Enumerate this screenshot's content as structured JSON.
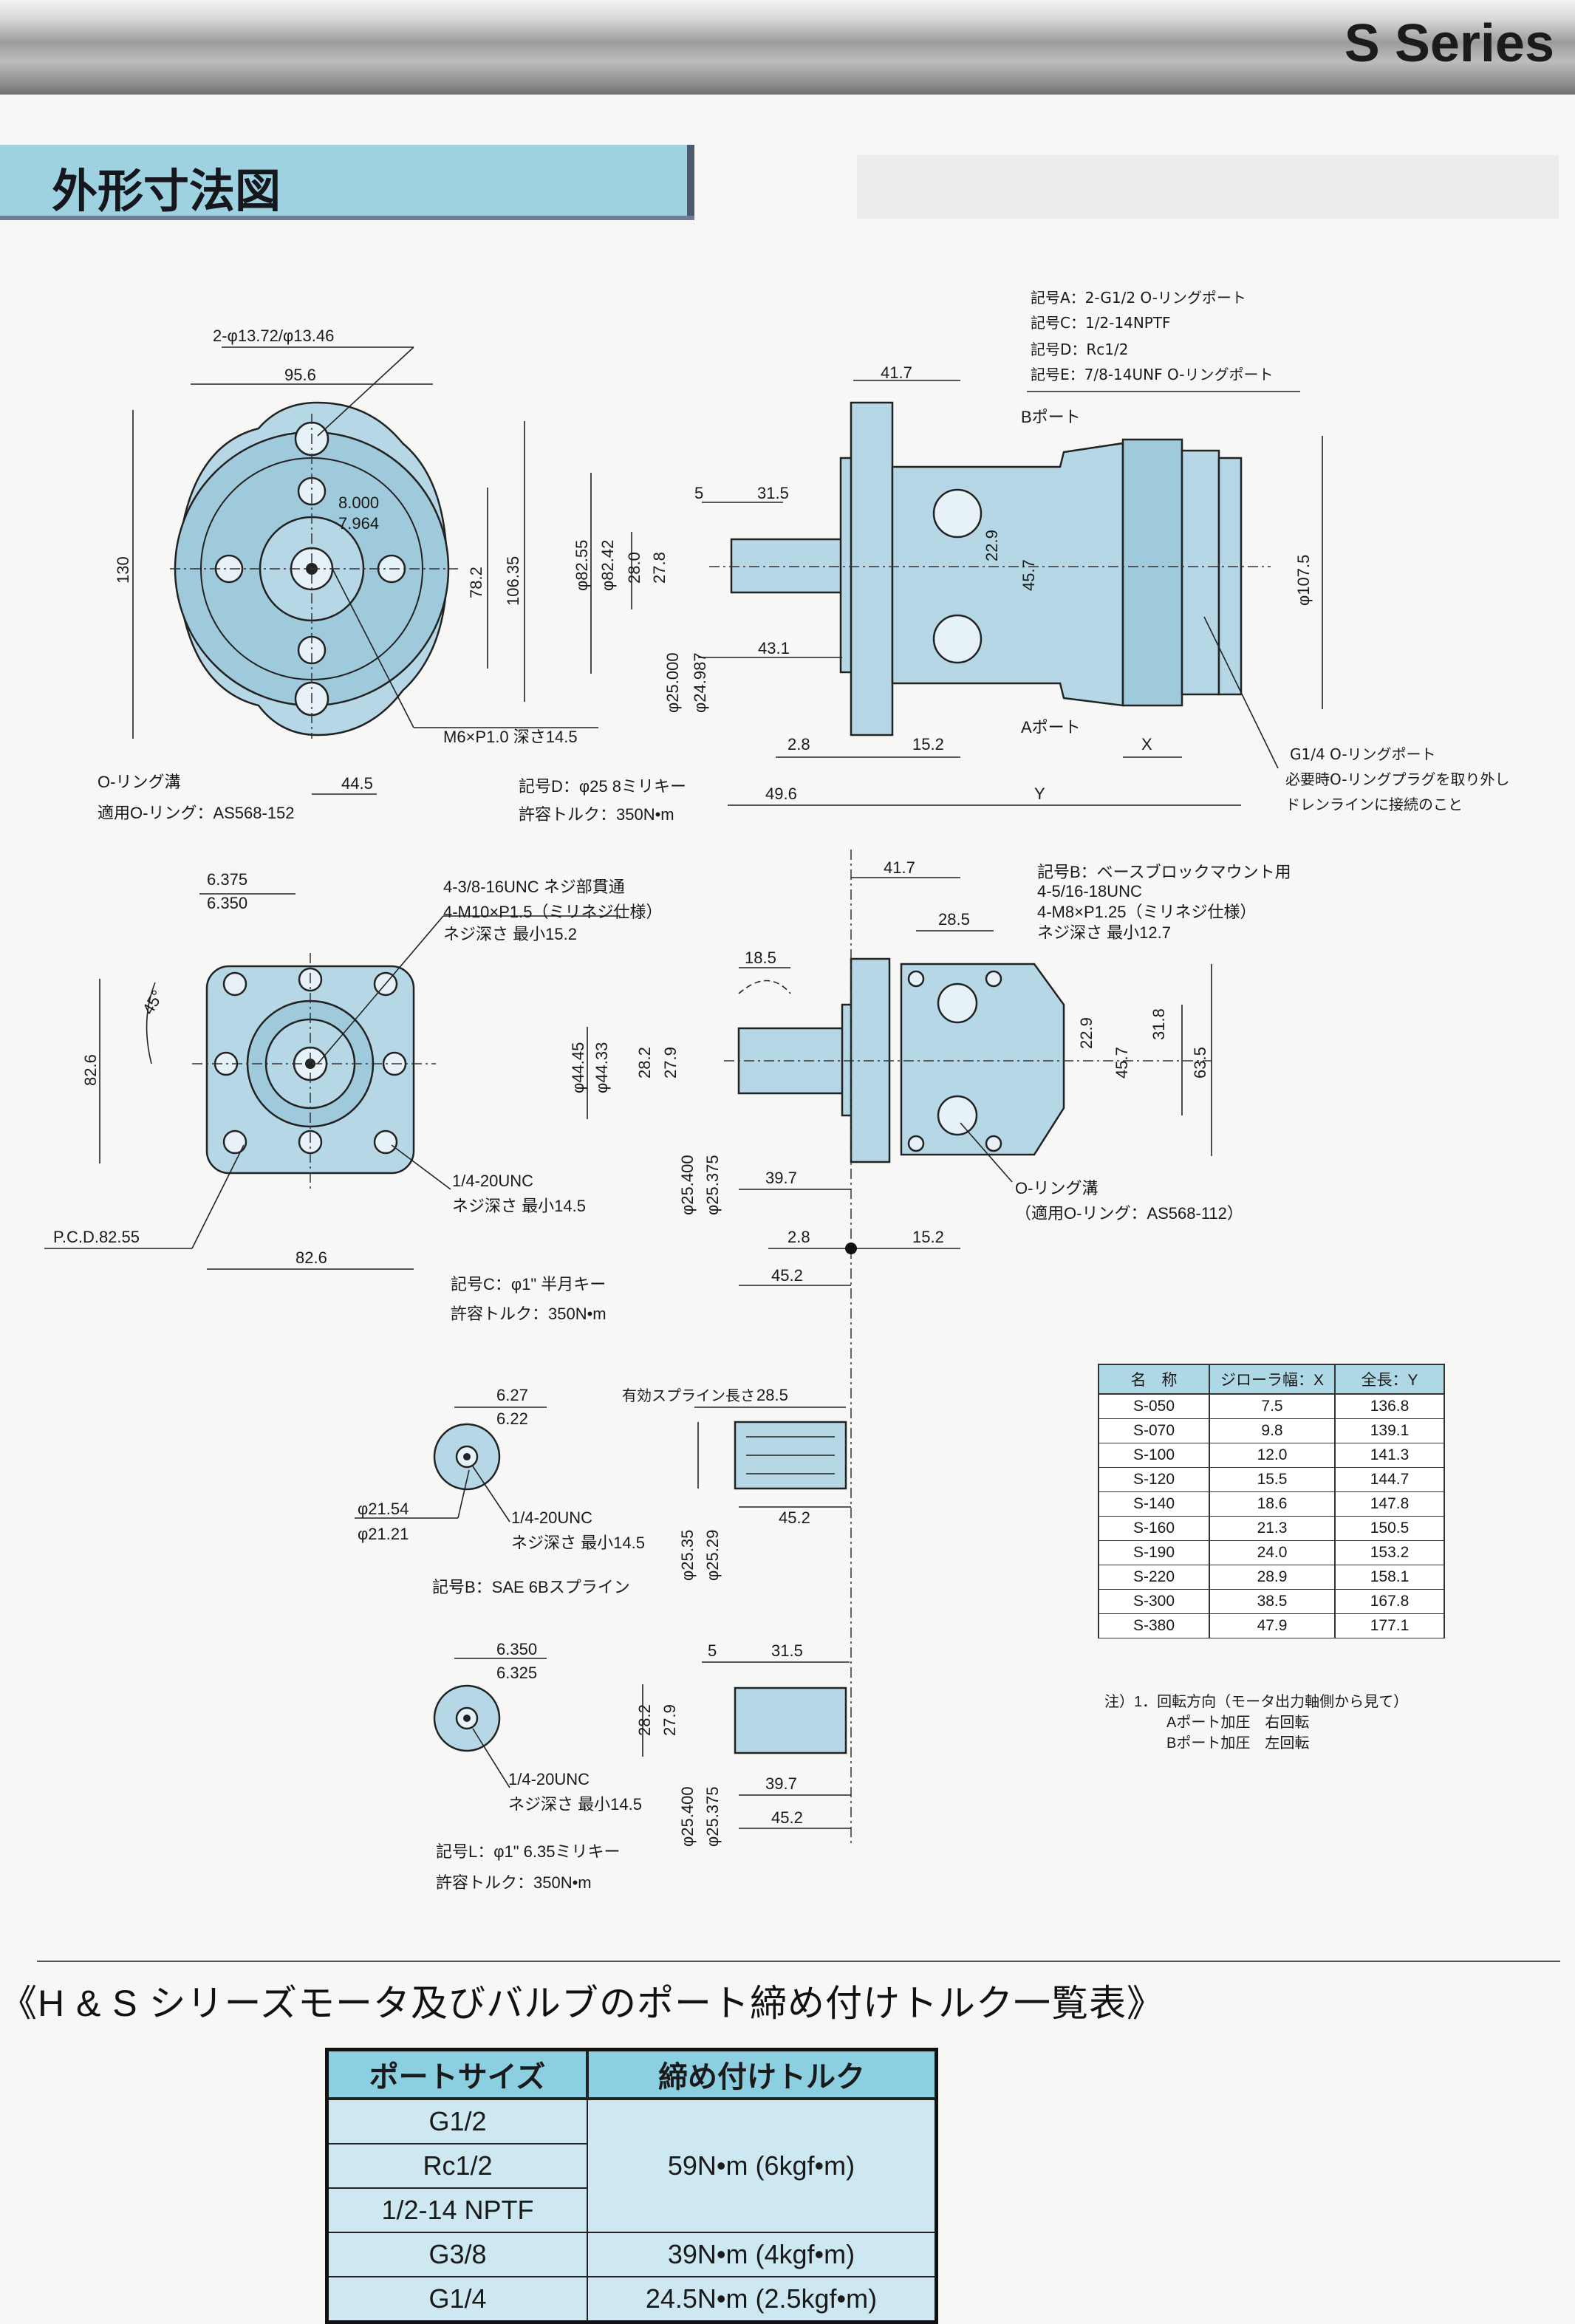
{
  "header": {
    "series": "S Series"
  },
  "section_title": "外形寸法図",
  "drawing": {
    "front_view": {
      "holes": "2-φ13.72/φ13.46",
      "width": "95.6",
      "height": "130",
      "shaft_d1": "8.000",
      "shaft_d2": "7.964",
      "dim_78": "78.2",
      "dim_106": "106.35",
      "thread": "M6×P1.0 深さ14.5",
      "oring_groove": "O-リング溝",
      "oring_spec": "適用O-リング：AS568-152",
      "offset": "44.5"
    },
    "side_view": {
      "ports": [
        "記号A：2-G1/2 O-リングポート",
        "記号C：1/2-14NPTF",
        "記号D：Rc1/2",
        "記号E：7/8-14UNF O-リングポート"
      ],
      "flange": "41.7",
      "b_port": "Bポート",
      "a_port": "Aポート",
      "key_len": "5",
      "shaft_len": "31.5",
      "pilot1": "φ82.55",
      "pilot2": "φ82.42",
      "key_h1": "28.0",
      "key_h2": "27.8",
      "port_pitch1": "22.9",
      "port_pitch2": "45.7",
      "body_dia": "φ107.5",
      "shaft_d1": "φ25.000",
      "shaft_d2": "φ24.987",
      "dim_43": "43.1",
      "dim_28": "2.8",
      "dim_152": "15.2",
      "dim_x": "X",
      "dim_496": "49.6",
      "dim_y": "Y",
      "drain": [
        "G1/4 O-リングポート",
        "必要時O-リングプラグを取り外し",
        "ドレンラインに接続のこと"
      ],
      "key_d_label": "記号D：φ25 8ミリキー",
      "key_d_torque": "許容トルク：350N•m"
    },
    "square_view": {
      "key_w1": "6.375",
      "key_w2": "6.350",
      "thread1a": "4-3/8-16UNC ネジ部貫通",
      "thread1b": "4-M10×P1.5（ミリネジ仕様）",
      "thread1c": "ネジ深さ 最小15.2",
      "angle": "45°",
      "height": "82.6",
      "thread2a": "1/4-20UNC",
      "thread2b": "ネジ深さ 最小14.5",
      "pcd": "P.C.D.82.55",
      "width": "82.6"
    },
    "side_view_b": {
      "flange": "41.7",
      "mount1": "記号B：ベースブロックマウント用",
      "mount2": "4-5/16-18UNC",
      "mount3": "4-M8×P1.25（ミリネジ仕様）",
      "mount4": "ネジ深さ 最小12.7",
      "dim_285": "28.5",
      "dim_185": "18.5",
      "pilot1": "φ44.45",
      "pilot2": "φ44.33",
      "key1": "28.2",
      "key2": "27.9",
      "p1": "22.9",
      "p2": "45.7",
      "p3": "31.8",
      "p4": "63.5",
      "shaft1": "φ25.400",
      "shaft2": "φ25.375",
      "dim_397": "39.7",
      "oring1": "O-リング溝",
      "oring2": "（適用O-リング：AS568-112）",
      "dim_28": "2.8",
      "dim_152": "15.2",
      "dim_452": "45.2",
      "key_c_label": "記号C：φ1\" 半月キー",
      "key_c_torque": "許容トルク：350N•m"
    },
    "spline_view": {
      "w1": "6.27",
      "w2": "6.22",
      "d1": "φ21.54",
      "d2": "φ21.21",
      "thread1": "1/4-20UNC",
      "thread2": "ネジ深さ 最小14.5",
      "label": "記号B：SAE 6Bスプライン",
      "eff": "有効スプライン長さ",
      "eff_len": "28.5",
      "shaft1": "φ25.35",
      "shaft2": "φ25.29",
      "len": "45.2"
    },
    "key_l_view": {
      "w1": "6.350",
      "w2": "6.325",
      "thread1": "1/4-20UNC",
      "thread2": "ネジ深さ 最小14.5",
      "label": "記号L：φ1\" 6.35ミリキー",
      "torque": "許容トルク：350N•m",
      "dim_5": "5",
      "dim_315": "31.5",
      "key1": "28.2",
      "key2": "27.9",
      "shaft1": "φ25.400",
      "shaft2": "φ25.375",
      "dim_397": "39.7",
      "dim_452": "45.2"
    }
  },
  "spec_table": {
    "headers": [
      "名　称",
      "ジローラ幅：X",
      "全長：Y"
    ],
    "rows": [
      [
        "S-050",
        "7.5",
        "136.8"
      ],
      [
        "S-070",
        "9.8",
        "139.1"
      ],
      [
        "S-100",
        "12.0",
        "141.3"
      ],
      [
        "S-120",
        "15.5",
        "144.7"
      ],
      [
        "S-140",
        "18.6",
        "147.8"
      ],
      [
        "S-160",
        "21.3",
        "150.5"
      ],
      [
        "S-190",
        "24.0",
        "153.2"
      ],
      [
        "S-220",
        "28.9",
        "158.1"
      ],
      [
        "S-300",
        "38.5",
        "167.8"
      ],
      [
        "S-380",
        "47.9",
        "177.1"
      ]
    ]
  },
  "notes": [
    "注）1．回転方向（モータ出力軸側から見て）",
    "Aポート加圧　右回転",
    "Bポート加圧　左回転"
  ],
  "torque_section": {
    "title": "《H & S シリーズモータ及びバルブのポート締め付けトルク一覧表》",
    "headers": [
      "ポートサイズ",
      "締め付けトルク"
    ],
    "rows": [
      [
        "G1/2",
        "59N•m (6kgf•m)"
      ],
      [
        "Rc1/2",
        ""
      ],
      [
        "1/2-14 NPTF",
        ""
      ],
      [
        "G3/8",
        "39N•m (4kgf•m)"
      ],
      [
        "G1/4",
        "24.5N•m (2.5kgf•m)"
      ]
    ]
  }
}
